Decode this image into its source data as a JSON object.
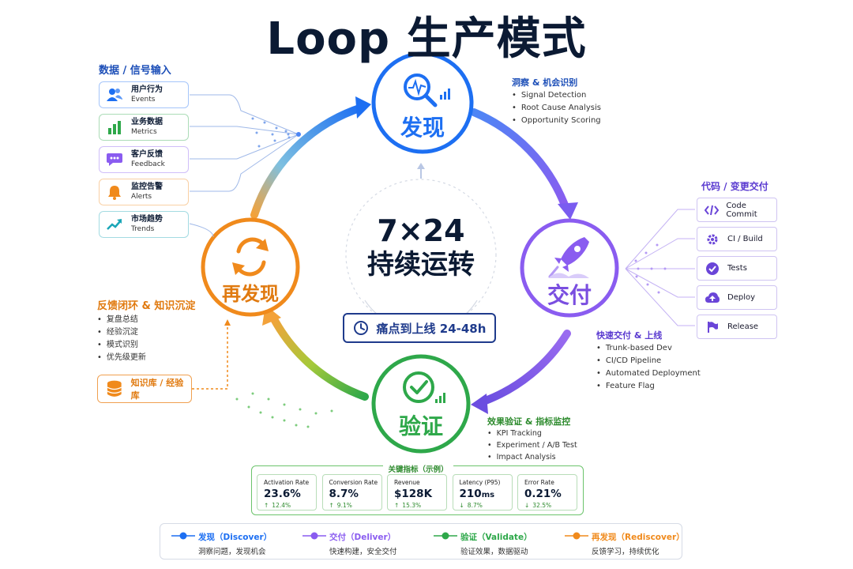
{
  "title": "Loop 生产模式",
  "colors": {
    "blue": "#1d6ff2",
    "purple": "#8a5cf0",
    "green": "#2ea84a",
    "orange": "#f08a1c",
    "navy": "#0b1a33"
  },
  "nodes": {
    "discover": {
      "label": "发现",
      "icon": "magnifier-pulse-icon"
    },
    "deliver": {
      "label": "交付",
      "icon": "rocket-icon"
    },
    "validate": {
      "label": "验证",
      "icon": "check-circle-icon"
    },
    "rediscover": {
      "label": "再发现",
      "icon": "refresh-icon"
    }
  },
  "center": {
    "big": "7×24",
    "sub": "持续运转",
    "pill": "痛点到上线 24-48h"
  },
  "inputs": {
    "title": "数据 / 信号输入",
    "items": [
      {
        "zh": "用户行为",
        "en": "Events",
        "color": "#1d6ff2",
        "icon": "users-icon"
      },
      {
        "zh": "业务数据",
        "en": "Metrics",
        "color": "#2ea84a",
        "icon": "bar-chart-icon"
      },
      {
        "zh": "客户反馈",
        "en": "Feedback",
        "color": "#8a5cf0",
        "icon": "chat-bubble-icon"
      },
      {
        "zh": "监控告警",
        "en": "Alerts",
        "color": "#f08a1c",
        "icon": "bell-icon"
      },
      {
        "zh": "市场趋势",
        "en": "Trends",
        "color": "#1aa6b7",
        "icon": "trend-up-icon"
      }
    ]
  },
  "discover_notes": {
    "title": "洞察 & 机会识别",
    "bullets": [
      "Signal Detection",
      "Root Cause Analysis",
      "Opportunity Scoring"
    ]
  },
  "code_delivery": {
    "title": "代码 / 变更交付",
    "items": [
      {
        "label": "Code Commit",
        "icon": "code-icon"
      },
      {
        "label": "CI / Build",
        "icon": "gear-icon"
      },
      {
        "label": "Tests",
        "icon": "check-badge-icon"
      },
      {
        "label": "Deploy",
        "icon": "cloud-upload-icon"
      },
      {
        "label": "Release",
        "icon": "flag-icon"
      }
    ]
  },
  "deliver_notes": {
    "title": "快速交付 & 上线",
    "bullets": [
      "Trunk-based Dev",
      "CI/CD Pipeline",
      "Automated Deployment",
      "Feature Flag"
    ]
  },
  "rediscover_notes": {
    "title": "反馈闭环 & 知识沉淀",
    "bullets": [
      "复盘总结",
      "经验沉淀",
      "模式识别",
      "优先级更新"
    ]
  },
  "knowledge": {
    "label": "知识库 / 经验库",
    "icon": "database-icon"
  },
  "validate_notes": {
    "title": "效果验证 & 指标监控",
    "bullets": [
      "KPI Tracking",
      "Experiment / A/B Test",
      "Impact Analysis"
    ]
  },
  "kpis": {
    "title": "关键指标（示例）",
    "items": [
      {
        "name": "Activation Rate",
        "value": "23.6%",
        "unit": "",
        "arrow": "↑",
        "delta": "12.4%"
      },
      {
        "name": "Conversion Rate",
        "value": "8.7%",
        "unit": "",
        "arrow": "↑",
        "delta": "9.1%"
      },
      {
        "name": "Revenue",
        "value": "$128K",
        "unit": "",
        "arrow": "↑",
        "delta": "15.3%"
      },
      {
        "name": "Latency (P95)",
        "value": "210",
        "unit": "ms",
        "arrow": "↓",
        "delta": "8.7%"
      },
      {
        "name": "Error Rate",
        "value": "0.21%",
        "unit": "",
        "arrow": "↓",
        "delta": "32.5%"
      }
    ]
  },
  "legend": [
    {
      "title": "发现（Discover）",
      "desc": "洞察问题，发现机会",
      "color": "#1d6ff2"
    },
    {
      "title": "交付（Deliver）",
      "desc": "快速构建，安全交付",
      "color": "#8a5cf0"
    },
    {
      "title": "验证（Validate）",
      "desc": "验证效果，数据驱动",
      "color": "#2ea84a"
    },
    {
      "title": "再发现（Rediscover）",
      "desc": "反馈学习，持续优化",
      "color": "#f08a1c"
    }
  ]
}
